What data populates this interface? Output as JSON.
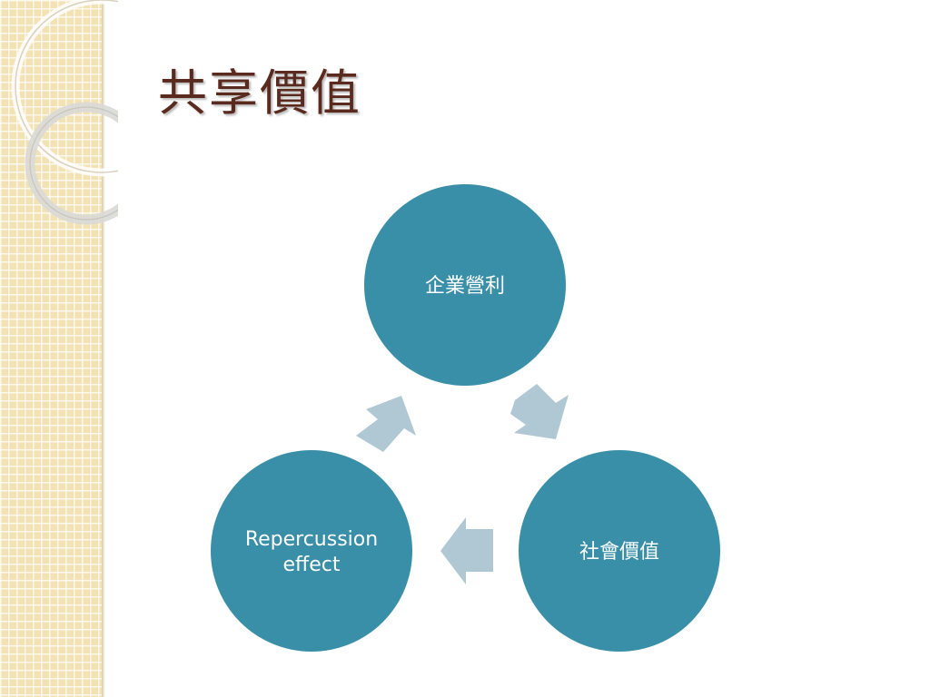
{
  "slide": {
    "title": "共享價值"
  },
  "cycle": {
    "nodes": [
      {
        "id": "corporate-profit",
        "lines": [
          "企業營利"
        ]
      },
      {
        "id": "social-value",
        "lines": [
          "社會價值"
        ]
      },
      {
        "id": "repercussion-effect",
        "lines": [
          "Repercussion",
          "effect"
        ]
      }
    ],
    "colors": {
      "node_fill": "#3a8fa8",
      "arrow_fill": "#b0c8d4",
      "title_color": "#5a2a1e"
    }
  }
}
